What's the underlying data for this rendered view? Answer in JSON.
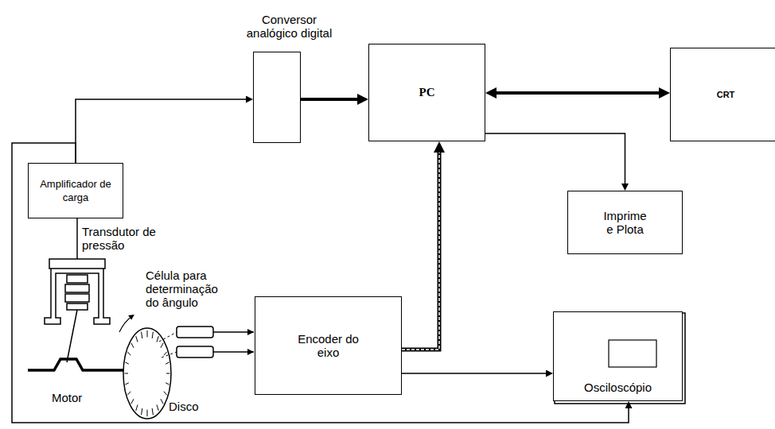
{
  "diagram": {
    "nodes": [
      {
        "text": [
          "Conversor analógico digital"
        ]
      },
      {
        "text": [
          "PC"
        ]
      },
      {
        "text": [
          "CRT"
        ]
      },
      {
        "text": [
          "Amplificador de carga"
        ]
      },
      {
        "text": [
          "Imprime e Plota"
        ]
      },
      {
        "text": [
          "Encoder do eixo"
        ]
      },
      {
        "text": [
          "Osciloscópio"
        ]
      }
    ],
    "edges": [
      {
        "from": 3,
        "to": 0,
        "arrow": "to"
      },
      {
        "from": 0,
        "to": 1,
        "arrow": "to"
      },
      {
        "from": 1,
        "to": 2,
        "arrow": "both"
      },
      {
        "from": 1,
        "to": 4,
        "arrow": "to"
      },
      {
        "from": 5,
        "to": 1,
        "arrow": "to"
      },
      {
        "from": 5,
        "to": 6,
        "arrow": "to"
      },
      {
        "from": 3,
        "to": 6,
        "arrow": "to"
      }
    ],
    "labels": [
      "Transdutor de pressão",
      "Célula para determinação do ângulo",
      "Motor",
      "Disco"
    ]
  }
}
